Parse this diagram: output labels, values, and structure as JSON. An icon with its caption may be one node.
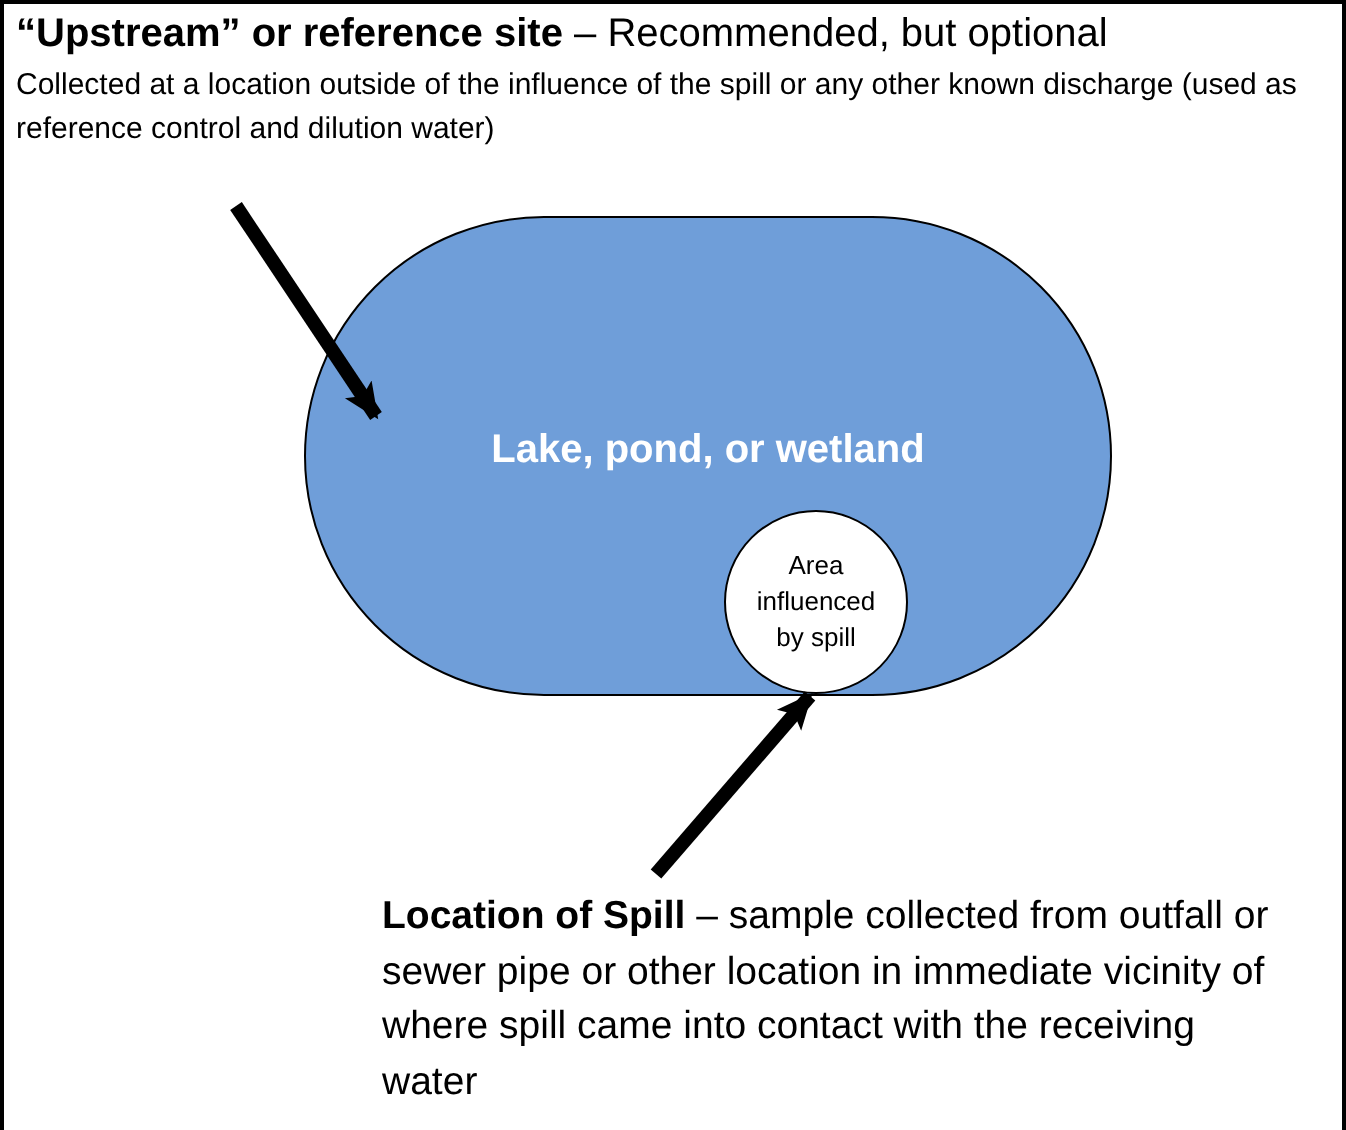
{
  "diagram": {
    "nodes": [
      {
        "text": [
          "**“Upstream” or reference site** – Recommended, but optional",
          "Collected at a location outside of the influence of the spill or any other known discharge (used as reference control and dilution water)"
        ]
      },
      {
        "text": [
          "Lake, pond, or wetland"
        ]
      },
      {
        "text": [
          "Area influenced by spill"
        ],
        "in": 1
      },
      {
        "text": [
          "**Location of Spill** – sample collected from outfall or sewer pipe or other location in immediate vicinity of where spill came into contact with the receiving water"
        ]
      }
    ],
    "edges": [
      {
        "from": 0,
        "to": 1,
        "arrow": "to"
      },
      {
        "from": 3,
        "to": 2,
        "arrow": "to"
      }
    ]
  }
}
